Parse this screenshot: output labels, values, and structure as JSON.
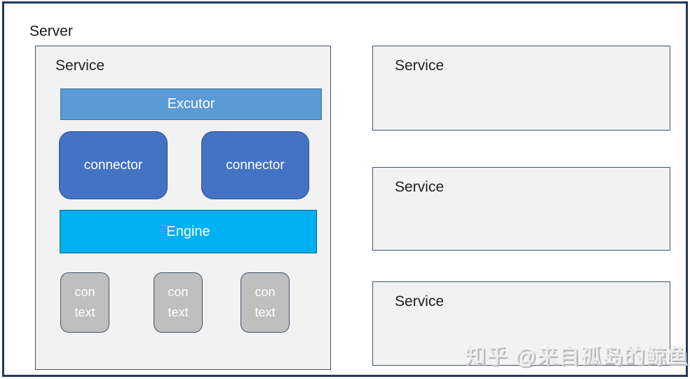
{
  "server": {
    "label": "Server"
  },
  "main_service": {
    "label": "Service",
    "executor_label": "Excutor",
    "connectors": [
      "connector",
      "connector"
    ],
    "engine_label": "Engine",
    "contexts": [
      "con\ntext",
      "con\ntext",
      "con\ntext"
    ]
  },
  "side_services": [
    "Service",
    "Service",
    "Service"
  ],
  "watermark": "知乎 @来自孤岛的鲸鱼",
  "colors": {
    "outer_border": "#24385B",
    "box_fill": "#F2F2F2",
    "box_border": "#44546A",
    "executor_fill": "#5B9BD5",
    "executor_border": "#41719C",
    "connector_fill": "#4472C4",
    "connector_border": "#2F528F",
    "engine_fill": "#00B0F0",
    "engine_border": "#156082",
    "context_fill": "#BFBFBF",
    "context_border": "#44546A",
    "text_dark": "#1a1a1a",
    "text_light": "#FFFFFF",
    "watermark_color": "#e9e9e9",
    "watermark_shadow": "#b3b3b3"
  }
}
